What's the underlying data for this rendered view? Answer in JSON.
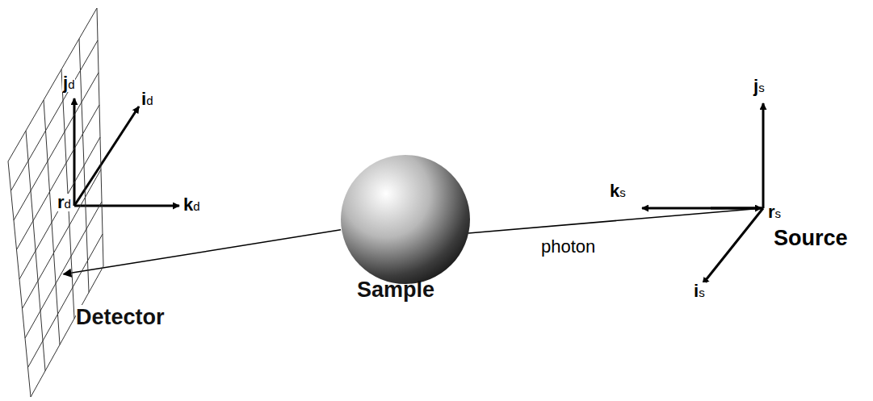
{
  "diagram": {
    "nodes": [
      {
        "text": [
          "Detector"
        ]
      },
      {
        "text": [
          "Sample"
        ]
      }
    ],
    "edges": [
      {
        "from": 1,
        "to": 0,
        "arrow": "to"
      }
    ],
    "labels": [
      "jd",
      "id",
      "rd",
      "kd",
      "js",
      "ks",
      "is",
      "rs",
      "photon",
      "Source"
    ]
  }
}
